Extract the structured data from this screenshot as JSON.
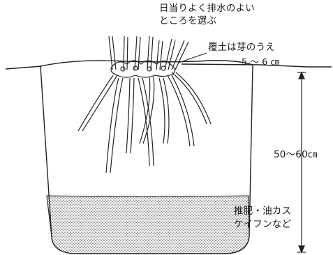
{
  "labels": {
    "site_line1": "日当りよく排水のよい",
    "site_line2": "ところを選ぶ",
    "cover_soil": "覆土は芽のうえ",
    "cover_depth": "5 ～ 6 ㎝",
    "hole_depth": "50～60㎝",
    "fertilizer_line1": "推肥・油カス",
    "fertilizer_line2": "ケイフンなど"
  }
}
